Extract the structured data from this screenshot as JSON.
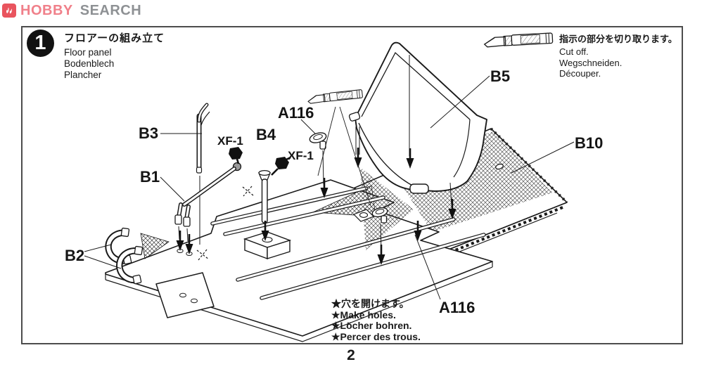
{
  "logo": {
    "brand_primary": "HOBBY",
    "brand_secondary": "SEARCH"
  },
  "step": {
    "number": "1",
    "title_ja": "フロアーの組み立て",
    "title_en": "Floor panel",
    "title_de": "Bodenblech",
    "title_fr": "Plancher"
  },
  "cut_note": {
    "ja": "指示の部分を切り取ります。",
    "en": "Cut off.",
    "de": "Wegschneiden.",
    "fr": "Découper."
  },
  "holes_note": {
    "ja": "★穴を開けます。",
    "en": "★Make holes.",
    "de": "★Löcher bohren.",
    "fr": "★Percer des trous."
  },
  "labels": {
    "b1": "B1",
    "b2": "B2",
    "b3": "B3",
    "b4": "B4",
    "b5": "B5",
    "b10": "B10",
    "a116_upper": "A116",
    "a116_lower": "A116",
    "xf1_left": "XF-1",
    "xf1_right": "XF-1"
  },
  "page_number": "2",
  "colors": {
    "brand_pink": "#f0808a",
    "brand_gray": "#8e9194",
    "logo_icon_red": "#e9545e",
    "line_art": "#1a1a1a",
    "frame_border": "#4c4c4c",
    "paint_dab_black": "#111111"
  }
}
